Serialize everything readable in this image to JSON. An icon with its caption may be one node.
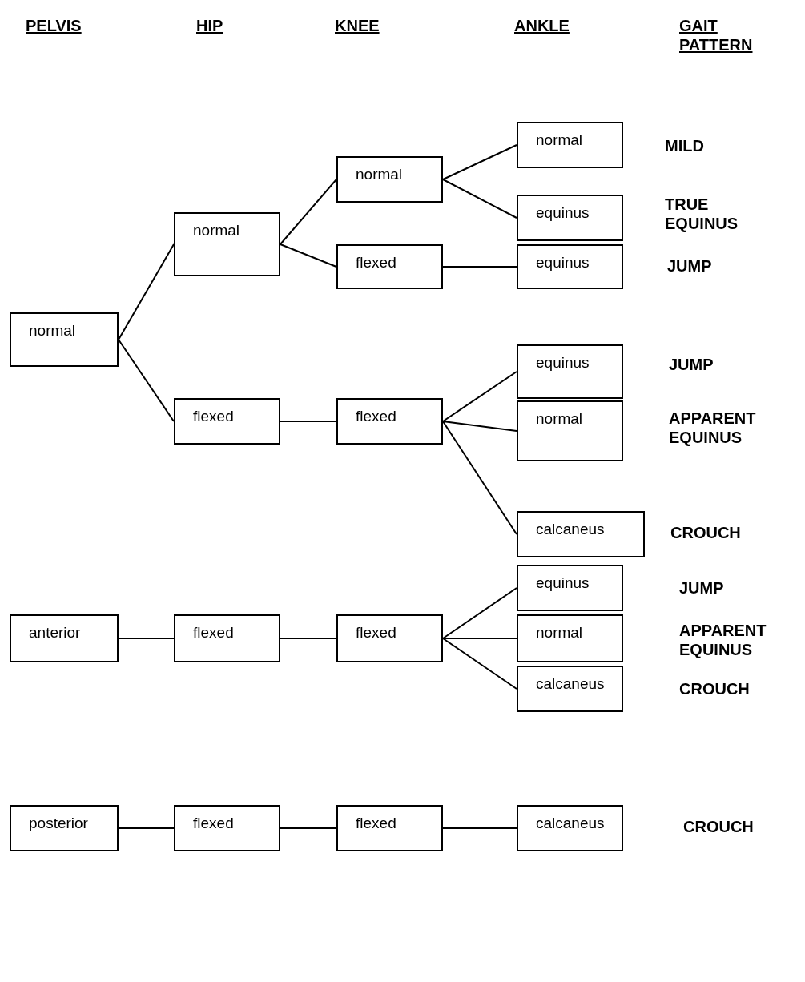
{
  "diagram": {
    "nodes": [
      {
        "text": [
          "normal"
        ]
      },
      {
        "text": [
          "normal"
        ]
      },
      {
        "text": [
          "normal"
        ]
      },
      {
        "text": [
          "normal"
        ]
      },
      {
        "text": [
          "equinus"
        ]
      },
      {
        "text": [
          "flexed"
        ]
      },
      {
        "text": [
          "equinus"
        ]
      },
      {
        "text": [
          "flexed"
        ]
      },
      {
        "text": [
          "flexed"
        ]
      },
      {
        "text": [
          "equinus"
        ]
      },
      {
        "text": [
          "normal"
        ]
      },
      {
        "text": [
          "calcaneus"
        ]
      },
      {
        "text": [
          "anterior"
        ]
      },
      {
        "text": [
          "flexed"
        ]
      },
      {
        "text": [
          "flexed"
        ]
      },
      {
        "text": [
          "equinus"
        ]
      },
      {
        "text": [
          "normal"
        ]
      },
      {
        "text": [
          "calcaneus"
        ]
      },
      {
        "text": [
          "posterior"
        ]
      },
      {
        "text": [
          "flexed"
        ]
      },
      {
        "text": [
          "flexed"
        ]
      },
      {
        "text": [
          "calcaneus"
        ]
      }
    ],
    "edges": [
      {
        "from": 0,
        "to": 1,
        "arrow": "none"
      },
      {
        "from": 1,
        "to": 2,
        "arrow": "none"
      },
      {
        "from": 2,
        "to": 3,
        "arrow": "none"
      },
      {
        "from": 2,
        "to": 4,
        "arrow": "none"
      },
      {
        "from": 1,
        "to": 5,
        "arrow": "none"
      },
      {
        "from": 5,
        "to": 6,
        "arrow": "none"
      },
      {
        "from": 0,
        "to": 7,
        "arrow": "none"
      },
      {
        "from": 7,
        "to": 8,
        "arrow": "none"
      },
      {
        "from": 8,
        "to": 9,
        "arrow": "none"
      },
      {
        "from": 8,
        "to": 10,
        "arrow": "none"
      },
      {
        "from": 8,
        "to": 11,
        "arrow": "none"
      },
      {
        "from": 12,
        "to": 13,
        "arrow": "none"
      },
      {
        "from": 13,
        "to": 14,
        "arrow": "none"
      },
      {
        "from": 14,
        "to": 15,
        "arrow": "none"
      },
      {
        "from": 14,
        "to": 16,
        "arrow": "none"
      },
      {
        "from": 14,
        "to": 17,
        "arrow": "none"
      },
      {
        "from": 18,
        "to": 19,
        "arrow": "none"
      },
      {
        "from": 19,
        "to": 20,
        "arrow": "none"
      },
      {
        "from": 20,
        "to": 21,
        "arrow": "none"
      }
    ],
    "labels": [
      "PELVIS",
      "HIP",
      "KNEE",
      "ANKLE",
      "GAIT PATTERN",
      "MILD",
      "TRUE EQUINUS",
      "JUMP",
      "JUMP",
      "APPARENT EQUINUS",
      "CROUCH",
      "JUMP",
      "APPARENT EQUINUS",
      "CROUCH",
      "CROUCH"
    ]
  }
}
